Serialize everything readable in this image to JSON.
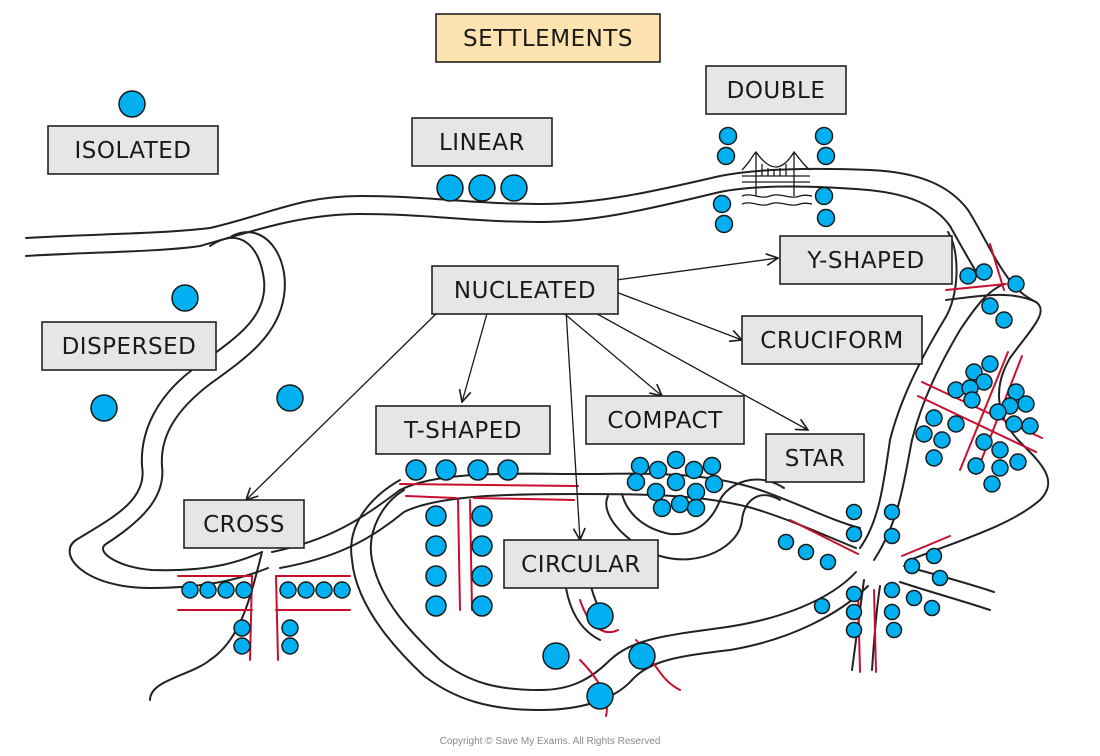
{
  "title": "SETTLEMENTS",
  "labels": {
    "isolated": "ISOLATED",
    "linear": "LINEAR",
    "double": "DOUBLE",
    "y_shaped": "Y-SHAPED",
    "nucleated": "NUCLEATED",
    "cruciform": "CRUCIFORM",
    "dispersed": "DISPERSED",
    "t_shaped": "T-SHAPED",
    "compact": "COMPACT",
    "star": "STAR",
    "cross": "CROSS",
    "circular": "CIRCULAR"
  },
  "copyright": "Copyright © Save My Exams. All Rights Reserved",
  "colors": {
    "title_box": "#fde3b0",
    "label_box": "#e6e6e6",
    "house": "#00b0f0",
    "street": "#c8102e"
  }
}
